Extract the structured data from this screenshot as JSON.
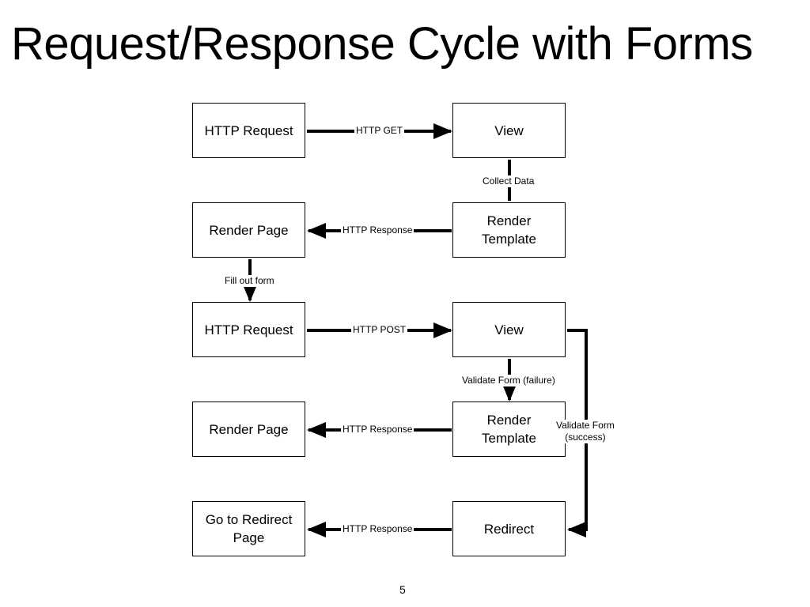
{
  "title": "Request/Response Cycle with Forms",
  "nodes": {
    "http_request_1": "HTTP Request",
    "view_1": "View",
    "render_page_1": "Render Page",
    "render_template_1": [
      "Render",
      "Template"
    ],
    "http_request_2": "HTTP Request",
    "view_2": "View",
    "render_page_2": "Render Page",
    "render_template_2": [
      "Render",
      "Template"
    ],
    "go_to_redirect_page": [
      "Go to Redirect",
      "Page"
    ],
    "redirect": "Redirect"
  },
  "edges": {
    "http_get": "HTTP GET",
    "collect_data": "Collect Data",
    "http_response_1": "HTTP Response",
    "fill_out_form": "Fill out form",
    "http_post": "HTTP POST",
    "validate_failure": "Validate Form (failure)",
    "http_response_2": "HTTP Response",
    "validate_success": [
      "Validate Form",
      "(success)"
    ],
    "http_response_3": "HTTP Response"
  },
  "page_number": "5"
}
